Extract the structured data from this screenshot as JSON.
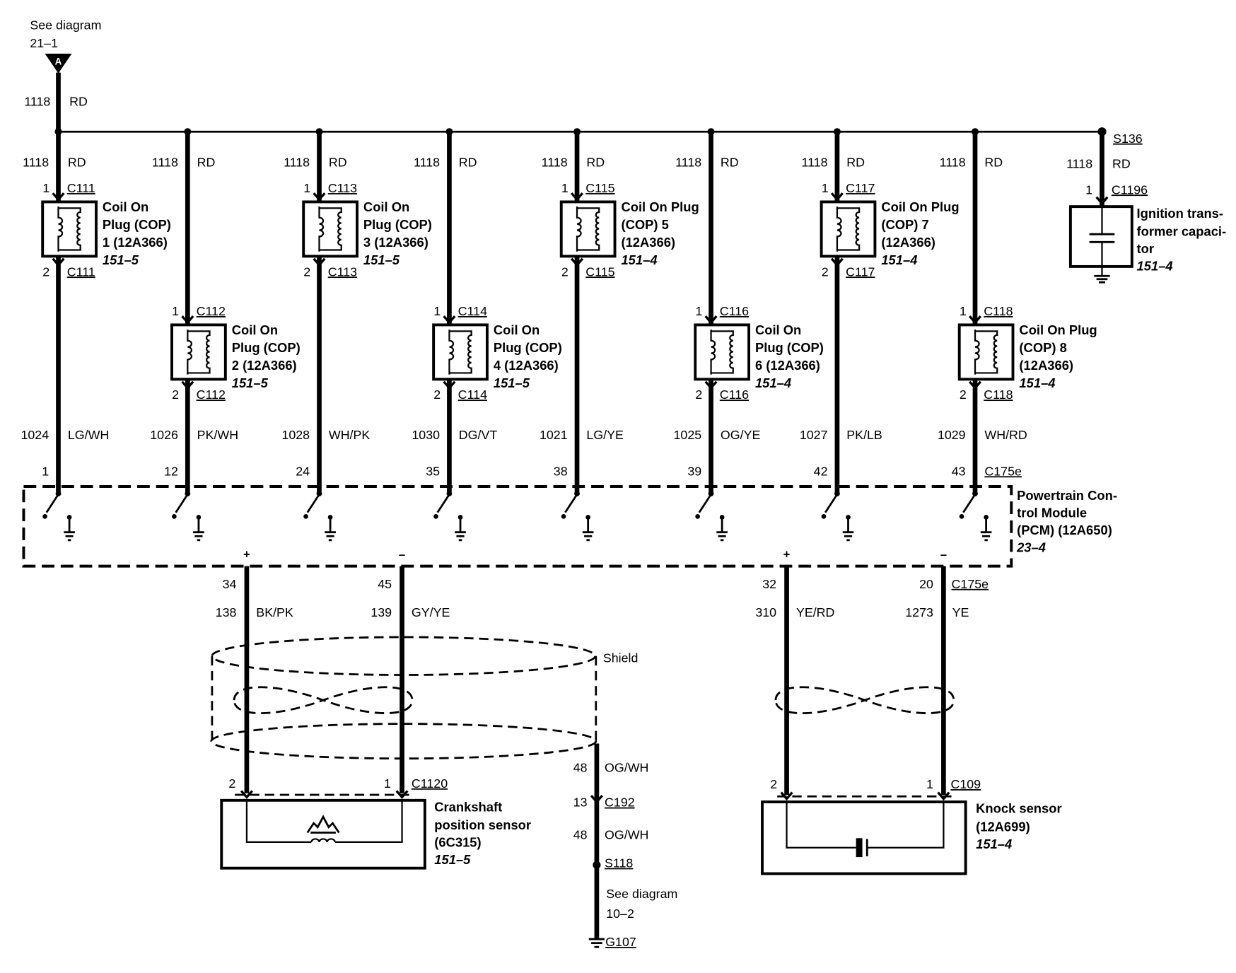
{
  "diagram_ref_top": {
    "line1": "See diagram",
    "line2": "21–1",
    "connector_letter": "A"
  },
  "feed": {
    "circuit": "1118",
    "color": "RD"
  },
  "splice_s136": "S136",
  "coils": [
    {
      "circuit_in": "1118",
      "color_in": "RD",
      "pin_in": "1",
      "connector_in": "C111",
      "pin_out": "2",
      "connector_out": "C111",
      "label": [
        "Coil On",
        "Plug (COP)",
        "1 (12A366)"
      ],
      "ref": "151–5",
      "circuit_out": "1024",
      "color_out": "LG/WH",
      "pcm_pin": "1"
    },
    {
      "circuit_in": "1118",
      "color_in": "RD",
      "pin_in": "1",
      "connector_in": "C112",
      "pin_out": "2",
      "connector_out": "C112",
      "label": [
        "Coil On",
        "Plug (COP)",
        "2 (12A366)"
      ],
      "ref": "151–5",
      "circuit_out": "1026",
      "color_out": "PK/WH",
      "pcm_pin": "12"
    },
    {
      "circuit_in": "1118",
      "color_in": "RD",
      "pin_in": "1",
      "connector_in": "C113",
      "pin_out": "2",
      "connector_out": "C113",
      "label": [
        "Coil On",
        "Plug (COP)",
        "3 (12A366)"
      ],
      "ref": "151–5",
      "circuit_out": "1028",
      "color_out": "WH/PK",
      "pcm_pin": "24"
    },
    {
      "circuit_in": "1118",
      "color_in": "RD",
      "pin_in": "1",
      "connector_in": "C114",
      "pin_out": "2",
      "connector_out": "C114",
      "label": [
        "Coil On",
        "Plug (COP)",
        "4 (12A366)"
      ],
      "ref": "151–5",
      "circuit_out": "1030",
      "color_out": "DG/VT",
      "pcm_pin": "35"
    },
    {
      "circuit_in": "1118",
      "color_in": "RD",
      "pin_in": "1",
      "connector_in": "C115",
      "pin_out": "2",
      "connector_out": "C115",
      "label": [
        "Coil On Plug",
        "(COP) 5",
        "(12A366)"
      ],
      "ref": "151–4",
      "circuit_out": "1021",
      "color_out": "LG/YE",
      "pcm_pin": "38"
    },
    {
      "circuit_in": "1118",
      "color_in": "RD",
      "pin_in": "1",
      "connector_in": "C116",
      "pin_out": "2",
      "connector_out": "C116",
      "label": [
        "Coil On",
        "Plug (COP)",
        "6 (12A366)"
      ],
      "ref": "151–4",
      "circuit_out": "1025",
      "color_out": "OG/YE",
      "pcm_pin": "39"
    },
    {
      "circuit_in": "1118",
      "color_in": "RD",
      "pin_in": "1",
      "connector_in": "C117",
      "pin_out": "2",
      "connector_out": "C117",
      "label": [
        "Coil On Plug",
        "(COP) 7",
        "(12A366)"
      ],
      "ref": "151–4",
      "circuit_out": "1027",
      "color_out": "PK/LB",
      "pcm_pin": "42"
    },
    {
      "circuit_in": "1118",
      "color_in": "RD",
      "pin_in": "1",
      "connector_in": "C118",
      "pin_out": "2",
      "connector_out": "C118",
      "label": [
        "Coil On Plug",
        "(COP) 8",
        "(12A366)"
      ],
      "ref": "151–4",
      "circuit_out": "1029",
      "color_out": "WH/RD",
      "pcm_pin": "43"
    }
  ],
  "capacitor": {
    "circuit": "1118",
    "color": "RD",
    "pin": "1",
    "connector": "C1196",
    "label": [
      "Ignition trans-",
      "former capaci-",
      "tor"
    ],
    "ref": "151–4"
  },
  "pcm": {
    "connector": "C175e",
    "label": [
      "Powertrain Con-",
      "trol Module",
      "(PCM) (12A650)"
    ],
    "ref": "23–4"
  },
  "crank_sensor": {
    "plus": "+",
    "minus": "–",
    "pcm_pin_pos": "34",
    "pcm_pin_neg": "45",
    "circuit_pos": "138",
    "color_pos": "BK/PK",
    "circuit_neg": "139",
    "color_neg": "GY/YE",
    "shield_label": "Shield",
    "pin_pos": "2",
    "pin_neg": "1",
    "connector": "C1120",
    "label": [
      "Crankshaft",
      "position sensor",
      "(6C315)"
    ],
    "ref": "151–5"
  },
  "shield_drain": {
    "circuit_a": "48",
    "color_a": "OG/WH",
    "pin": "13",
    "connector": "C192",
    "circuit_b": "48",
    "color_b": "OG/WH",
    "splice": "S118",
    "ref_line1": "See diagram",
    "ref_line2": "10–2",
    "ground": "G107"
  },
  "knock_sensor": {
    "plus": "+",
    "minus": "–",
    "pcm_pin_pos": "32",
    "pcm_pin_neg": "20",
    "circuit_pos": "310",
    "color_pos": "YE/RD",
    "circuit_neg": "1273",
    "color_neg": "YE",
    "pin_pos": "2",
    "pin_neg": "1",
    "connector": "C109",
    "label": [
      "Knock sensor",
      "(12A699)"
    ],
    "ref": "151–4"
  }
}
